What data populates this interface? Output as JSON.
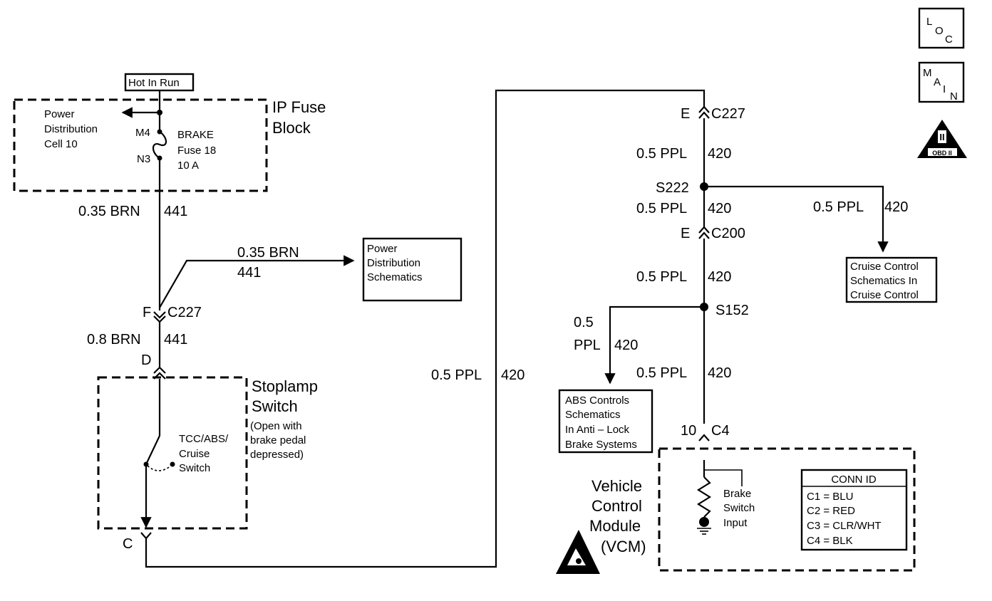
{
  "badges": {
    "loc": [
      "L",
      "O",
      "C"
    ],
    "main": [
      "M",
      "A",
      "I",
      "N"
    ],
    "obd": [
      "II",
      "OBD II"
    ]
  },
  "power_source": "Hot In Run",
  "ip_fuse": {
    "title": [
      "IP Fuse",
      "Block"
    ],
    "cell": [
      "Power",
      "Distribution",
      "Cell 10"
    ],
    "pins": [
      "M4",
      "N3"
    ],
    "fuse": [
      "BRAKE",
      "Fuse 18",
      "10 A"
    ]
  },
  "wire_0_35_brn": [
    "0.35 BRN",
    "441"
  ],
  "branch_wire": [
    "0.35 BRN",
    "441"
  ],
  "power_dist_box": [
    "Power",
    "Distribution",
    "Schematics"
  ],
  "conn_f": [
    "F",
    "C227"
  ],
  "wire_0_8_brn": [
    "0.8 BRN",
    "441"
  ],
  "pin_d": "D",
  "stoplamp": {
    "title": [
      "Stoplamp",
      "Switch"
    ],
    "note": [
      "(Open with",
      "brake pedal",
      "depressed)"
    ],
    "switch": [
      "TCC/ABS/",
      "Cruise",
      "Switch"
    ]
  },
  "pin_c": "C",
  "long_wire": [
    "0.5 PPL",
    "420"
  ],
  "conn_e_c227": [
    "E",
    "C227"
  ],
  "wire_seg1": [
    "0.5 PPL",
    "420"
  ],
  "splice_s222": "S222",
  "wire_seg2": [
    "0.5 PPL",
    "420"
  ],
  "cruise_wire": [
    "0.5 PPL",
    "420"
  ],
  "cruise_box": [
    "Cruise Control",
    "Schematics In",
    "Cruise Control"
  ],
  "conn_e_c200": [
    "E",
    "C200"
  ],
  "wire_seg3": [
    "0.5 PPL",
    "420"
  ],
  "splice_s152": "S152",
  "abs_wire": [
    "0.5",
    "PPL",
    "420"
  ],
  "abs_box": [
    "ABS Controls",
    "Schematics",
    "In Anti – Lock",
    "Brake Systems"
  ],
  "wire_seg4": [
    "0.5 PPL",
    "420"
  ],
  "conn_10_c4": [
    "10",
    "C4"
  ],
  "vcm": {
    "title": [
      "Vehicle",
      "Control",
      "Module",
      "(VCM)"
    ],
    "input": [
      "Brake",
      "Switch",
      "Input"
    ]
  },
  "conn_id": {
    "title": "CONN ID",
    "rows": [
      "C1 = BLU",
      "C2 = RED",
      "C3 = CLR/WHT",
      "C4 = BLK"
    ]
  }
}
